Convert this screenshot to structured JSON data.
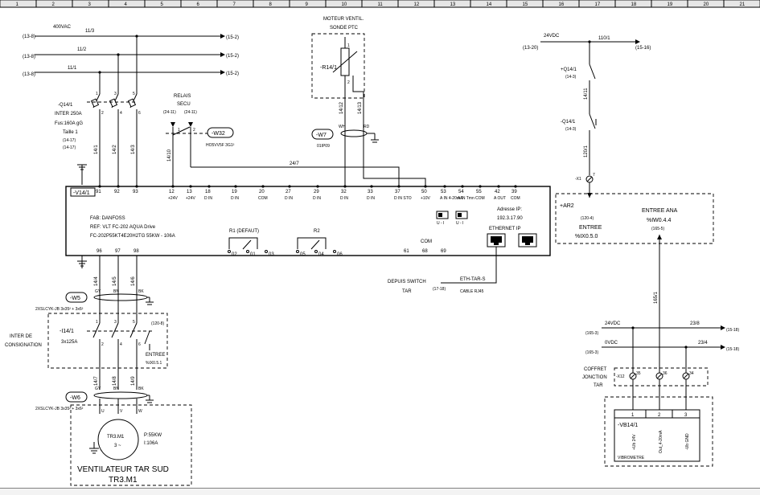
{
  "ruler": {
    "columns": [
      "1",
      "2",
      "3",
      "4",
      "5",
      "6",
      "7",
      "8",
      "9",
      "10",
      "11",
      "12",
      "13",
      "14",
      "15",
      "16",
      "17",
      "18",
      "19",
      "20",
      "21"
    ]
  },
  "power": {
    "voltage": "400VAC",
    "wire1": "11/3",
    "wire2": "11/2",
    "wire3": "11/1",
    "ref_in1": "(13-8)",
    "ref_in2": "(13-8)",
    "ref_in3": "(13-8)",
    "ref_out1": "(15-2)",
    "ref_out2": "(15-2)",
    "ref_out3": "(15-2)"
  },
  "breaker": {
    "id": "-Q14/1",
    "line1": "INTER 250A",
    "line2": "Fus:160A gG",
    "line3": "Taille 1",
    "ref1": "(14-17)",
    "ref2": "(14-17)",
    "w1": "14/1",
    "w2": "14/2",
    "w3": "14/3",
    "p1": "1",
    "p2": "2",
    "p3": "3",
    "p4": "4",
    "p5": "5",
    "p6": "6"
  },
  "relay_secu": {
    "title1": "RELAIS",
    "title2": "SECU",
    "ref1": "(24-11)",
    "ref2": "(24-11)",
    "n1": "1",
    "n2": "2",
    "wire": "14/10",
    "cable": "-W32",
    "cable_spec": "HO5VV5F 3G1²"
  },
  "motor_probe": {
    "title1": "MOTEUR VENTIL.",
    "title2": "SONDE PTC",
    "id": "-R14/1",
    "n1": "1",
    "n2": "2",
    "w1": "14/12",
    "w2": "14/13",
    "cable": "-W7",
    "cable_spec": "01IP09",
    "wh": "WH",
    "rd": "RD",
    "wire_cross": "24/7"
  },
  "drive": {
    "id": "-V14/1",
    "fab": "FAB: DANFOSS",
    "ref": "REF: VLT FC-202 AQUA Drive",
    "model": "FC-202P55KT4E20H2TG  55KW - 106A",
    "terms_in": [
      {
        "n": "91",
        "l": ""
      },
      {
        "n": "92",
        "l": ""
      },
      {
        "n": "93",
        "l": ""
      },
      {
        "n": "12",
        "l": "+24V"
      },
      {
        "n": "13",
        "l": "+24V"
      },
      {
        "n": "18",
        "l": "D IN"
      },
      {
        "n": "19",
        "l": "D IN"
      },
      {
        "n": "20",
        "l": "COM"
      },
      {
        "n": "27",
        "l": "D IN"
      },
      {
        "n": "29",
        "l": "D IN"
      },
      {
        "n": "32",
        "l": "D IN"
      },
      {
        "n": "33",
        "l": "D IN"
      },
      {
        "n": "37",
        "l": "D IN STO"
      },
      {
        "n": "50",
        "l": "+10V"
      },
      {
        "n": "53",
        "l": "A IN 4-20mA"
      },
      {
        "n": "54",
        "l": "A IN Tmn"
      },
      {
        "n": "55",
        "l": "COM"
      },
      {
        "n": "42",
        "l": "A OUT"
      },
      {
        "n": "39",
        "l": "COM"
      }
    ],
    "sw1": "U - I",
    "sw2": "U - I",
    "ip_label": "Adresse IP:",
    "ip": "192.3.17.90",
    "eth": "ETHERNET IP",
    "r1": "R1 (DEFAUT)",
    "r2": "R2",
    "r1_terms": [
      "02",
      "01",
      "03"
    ],
    "r2_terms": [
      "05",
      "04",
      "06"
    ],
    "com": "COM",
    "com_terms": [
      "61",
      "68",
      "69"
    ],
    "out_terms": [
      "96",
      "97",
      "98"
    ]
  },
  "network": {
    "label1": "DEPUIS SWITCH",
    "label2": "TAR",
    "ref": "(17-18)",
    "cable": "ETH-TAR-S",
    "cable_spec": "CABLE RJ45"
  },
  "cable_w5": {
    "id": "-W5",
    "spec": "2XSLCYK-JB  3x35² + 3x6²",
    "w1": "14/4",
    "w2": "14/5",
    "w3": "14/6",
    "gy": "GY",
    "bn": "BN",
    "bk": "BK"
  },
  "isolator": {
    "label1": "INTER DE",
    "label2": "CONSIGNATION",
    "id": "-I14/1",
    "rating": "3x125A",
    "ref": "(120-8)",
    "entry1": "ENTREE",
    "entry2": "%IX0.5.1",
    "p1": "1",
    "p2": "2",
    "p3": "3",
    "p4": "4",
    "p5": "5",
    "p6": "6"
  },
  "cable_w6": {
    "id": "-W6",
    "spec": "2XSLCYK-JB  3x35² + 3x6²",
    "w1": "14/7",
    "w2": "14/8",
    "w3": "14/9",
    "gy": "GY",
    "bn": "BN",
    "bk": "BK",
    "u": "U",
    "v": "V",
    "w": "W"
  },
  "motor": {
    "id": "TR3.M1",
    "phase": "3 ~",
    "power": "P:55KW",
    "current": "I:106A",
    "name": "VENTILATEUR TAR SUD",
    "tag": "TR3.M1"
  },
  "control": {
    "voltage": "24VDC",
    "wire": "110/1",
    "ref_in": "(13-20)",
    "ref_out": "(15-16)",
    "q1": "+Q14/1",
    "q1_ref": "(14-3)",
    "wire2": "14/11",
    "q2": "-Q14/1",
    "q2_ref": "(14-3)",
    "wire3": "120/1",
    "x1": "-X1",
    "x1_n": "7",
    "ar2": "+AR2",
    "ar2_ref": "(120-4)",
    "entree": "ENTREE",
    "entree_addr": "%IX0.5.0",
    "ana1": "ENTREE ANA",
    "ana2": "%IW0.4.4",
    "ana_ref": "(165-5)",
    "wire4": "165/1"
  },
  "bus": {
    "v24": "24VDC",
    "v0": "0VDC",
    "ref_in1": "(165-3)",
    "ref_in2": "(165-3)",
    "w1": "23/8",
    "w2": "23/4",
    "ref_out1": "(15-18)",
    "ref_out2": "(15-18)"
  },
  "junction": {
    "l1": "COFFRET",
    "l2": "JONCTION",
    "l3": "TAR",
    "id": "-X12",
    "t1": "35",
    "t2": "36",
    "t3": "34"
  },
  "vibro": {
    "id": "-VB14/1",
    "n1": "1",
    "n2": "2",
    "n3": "3",
    "s1": "+Ub 24V",
    "s2": "Out_4-20mA",
    "s3": "-Ub GND",
    "name": "VIBROMETRE"
  }
}
